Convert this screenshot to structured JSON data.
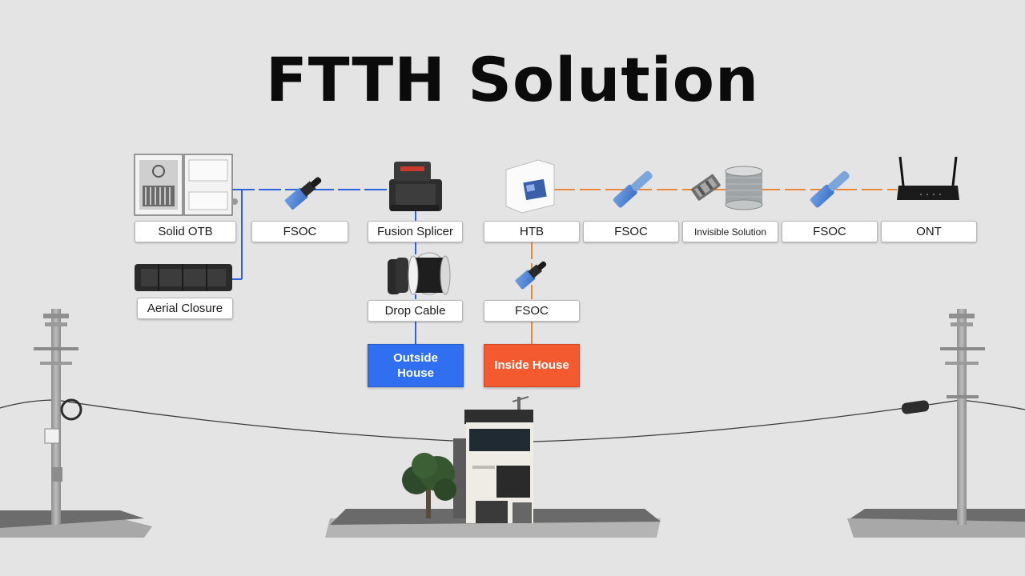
{
  "title": "FTTH Solution",
  "labels": {
    "solid_otb": "Solid OTB",
    "fsoc": "FSOC",
    "fusion_splicer": "Fusion Splicer",
    "htb": "HTB",
    "invisible_solution": "Invisible Solution",
    "ont": "ONT",
    "aerial_closure": "Aerial Closure",
    "drop_cable": "Drop Cable"
  },
  "zones": {
    "outside_house": "Outside House",
    "inside_house": "Inside House"
  },
  "colors": {
    "background": "#e4e4e4",
    "outside_link": "#2e62e0",
    "inside_link": "#e8883a",
    "outside_house": "#2f6ff0",
    "inside_house": "#f35a30"
  },
  "icons": [
    "otb-box-icon",
    "connector-icon",
    "fusion-splicer-icon",
    "closure-icon",
    "drop-cable-reel-icon",
    "wall-box-icon",
    "mechanical-splice-icon",
    "fiber-spool-icon",
    "router-icon",
    "utility-pole-icon",
    "house-icon",
    "tree-icon"
  ]
}
